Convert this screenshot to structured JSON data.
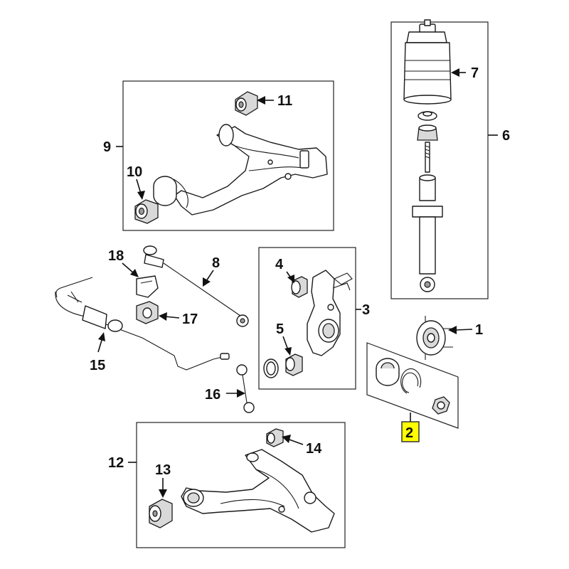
{
  "callouts": {
    "c1": "1",
    "c2": "2",
    "c3": "3",
    "c4": "4",
    "c5": "5",
    "c6": "6",
    "c7": "7",
    "c8": "8",
    "c9": "9",
    "c10": "10",
    "c11": "11",
    "c12": "12",
    "c13": "13",
    "c14": "14",
    "c15": "15",
    "c16": "16",
    "c17": "17",
    "c18": "18"
  },
  "colors": {
    "highlight_fill": "#ffff00",
    "highlight_border": "#333333",
    "line": "#1a1a1a",
    "background": "#ffffff"
  }
}
